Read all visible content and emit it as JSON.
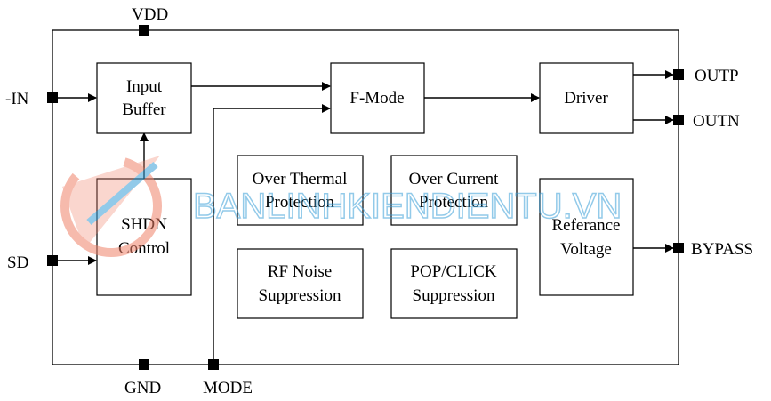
{
  "pins": {
    "vdd": "VDD",
    "in": "-IN",
    "sd": "SD",
    "gnd": "GND",
    "mode": "MODE",
    "outp": "OUTP",
    "outn": "OUTN",
    "bypass": "BYPASS"
  },
  "blocks": {
    "input_buffer": [
      "Input",
      "Buffer"
    ],
    "shdn_control": [
      "SHDN",
      "Control"
    ],
    "f_mode": [
      "F-Mode"
    ],
    "driver": [
      "Driver"
    ],
    "over_thermal": [
      "Over Thermal",
      "Protection"
    ],
    "over_current": [
      "Over Current",
      "Protection"
    ],
    "rf_noise": [
      "RF Noise",
      "Suppression"
    ],
    "pop_click": [
      "POP/CLICK",
      "Suppression"
    ],
    "reference_voltage": [
      "Referance",
      "Voltage"
    ]
  },
  "watermark": {
    "text": "BANLINHKIENDIENTU.VN",
    "color": "#3a9fd8",
    "logo_color": "#f0826a"
  }
}
